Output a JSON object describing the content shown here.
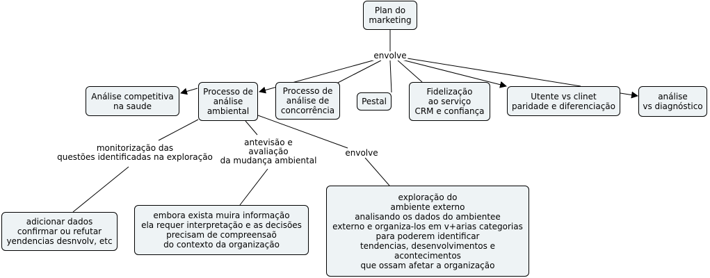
{
  "concept_map": {
    "nodes": {
      "plan": "Plan do\nmarketing",
      "competitiva": "Análise competitiva\nna saude",
      "ambiental": "Processo de\nanálise\nambiental",
      "concorrencia": "Processo de\nanálise de\nconcorrência",
      "pestal": "Pestal",
      "fidelizacao": "Fidelização\nao serviço\nCRM e confiança",
      "utente": "Utente vs clinet\nparidade e diferenciação",
      "diagnostico": "análise\nvs diagnóstico",
      "adicionar": "adicionar dados\nconfirmar ou refutar\nyendencias desnvolv, etc",
      "embora": "embora exista muira informação\nela requer interpretação e as decisões\nprecisam de compreensaõ\ndo contexto da organização",
      "exploracao": "exploração do\nambiente externo\nanalisando os dados do ambientee\nexterno e organiza-los em v+arias categorias\npara poderem identificar\ntendencias, desenvolvimentos e\nacontecimentos\nque ossam afetar a organização"
    },
    "links": {
      "envolve_top": "envolve",
      "monitorizacao": "monitorização das\nquestões identificadas na exploração",
      "antevisao": "antevisão e\navaliação\nda mudança ambiental",
      "envolve_mid": "envolve"
    }
  }
}
